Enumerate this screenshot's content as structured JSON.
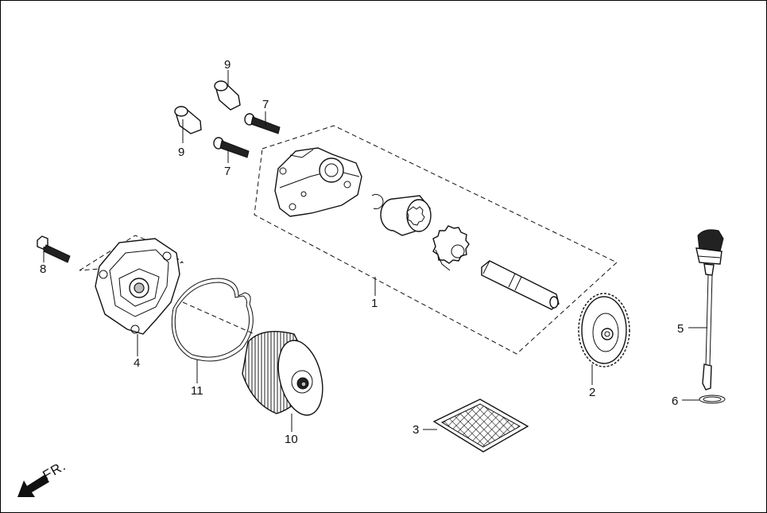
{
  "direction_label": "FR.",
  "callouts": [
    {
      "id": "1",
      "text": "1"
    },
    {
      "id": "2",
      "text": "2"
    },
    {
      "id": "3",
      "text": "3"
    },
    {
      "id": "4",
      "text": "4"
    },
    {
      "id": "5",
      "text": "5"
    },
    {
      "id": "6",
      "text": "6"
    },
    {
      "id": "7a",
      "text": "7"
    },
    {
      "id": "7b",
      "text": "7"
    },
    {
      "id": "8",
      "text": "8"
    },
    {
      "id": "9a",
      "text": "9"
    },
    {
      "id": "9b",
      "text": "9"
    },
    {
      "id": "10",
      "text": "10"
    },
    {
      "id": "11",
      "text": "11"
    }
  ],
  "icons": {
    "direction_arrow": "arrow-down-left-icon"
  }
}
